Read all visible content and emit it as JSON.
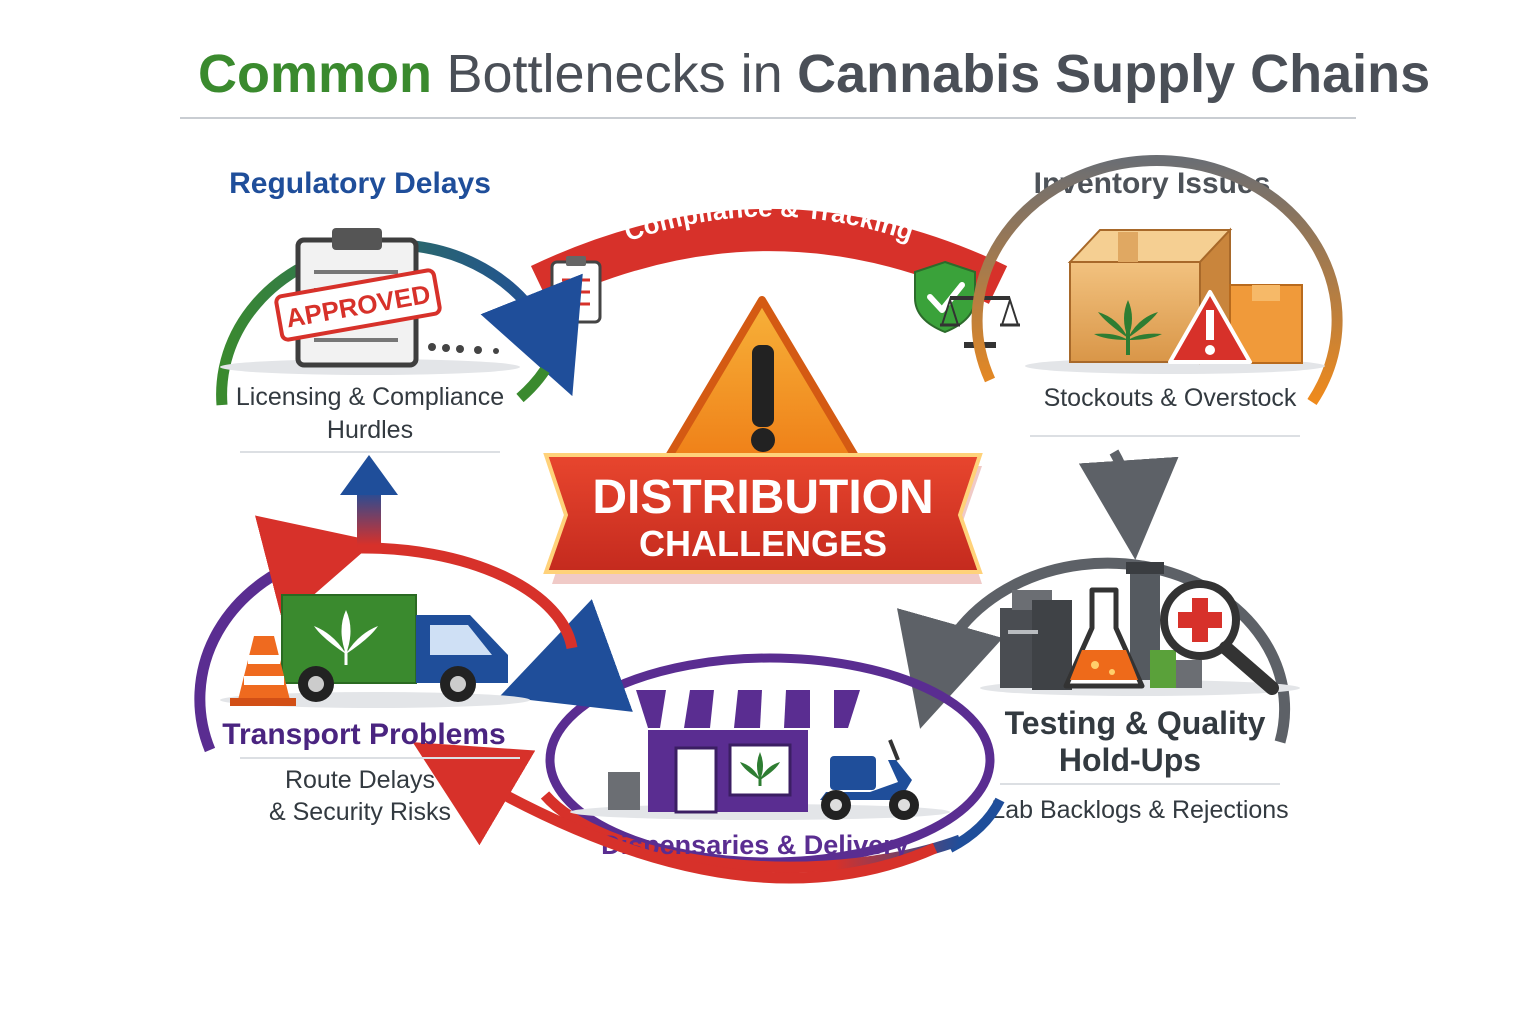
{
  "title": {
    "part1": "Common",
    "part2": "Bottlenecks in",
    "part3": "Cannabis Supply Chains"
  },
  "center": {
    "line1": "DISTRIBUTION",
    "line2": "CHALLENGES"
  },
  "arc_banner": "Compliance & Tracking",
  "stamp": "APPROVED",
  "nodes": {
    "regulatory": {
      "heading": "Regulatory Delays",
      "desc_line1": "Licensing & Compliance",
      "desc_line2": "Hurdles"
    },
    "inventory": {
      "heading": "Inventory Issues",
      "desc": "Stockouts & Overstock"
    },
    "testing": {
      "heading_line1": "Testing & Quality",
      "heading_line2": "Hold-Ups",
      "desc": "Lab Backlogs & Rejections"
    },
    "dispensaries": {
      "heading": "Dispensaries & Delivery"
    },
    "transport": {
      "heading": "Transport Problems",
      "desc_line1": "Route Delays",
      "desc_line2": "& Security Risks"
    }
  },
  "colors": {
    "green": "#3a8a2e",
    "blue": "#1f4e9a",
    "red": "#d7312a",
    "orange": "#ef8a1c",
    "gray": "#5d6167",
    "purple": "#5a2d91"
  },
  "icons": [
    "clipboard-icon",
    "approved-stamp-icon",
    "shield-check-icon",
    "scales-icon",
    "box-icon",
    "warning-icon",
    "flask-icon",
    "magnifier-icon",
    "truck-icon",
    "traffic-cone-icon",
    "storefront-icon",
    "scooter-icon",
    "cannabis-leaf-icon"
  ]
}
